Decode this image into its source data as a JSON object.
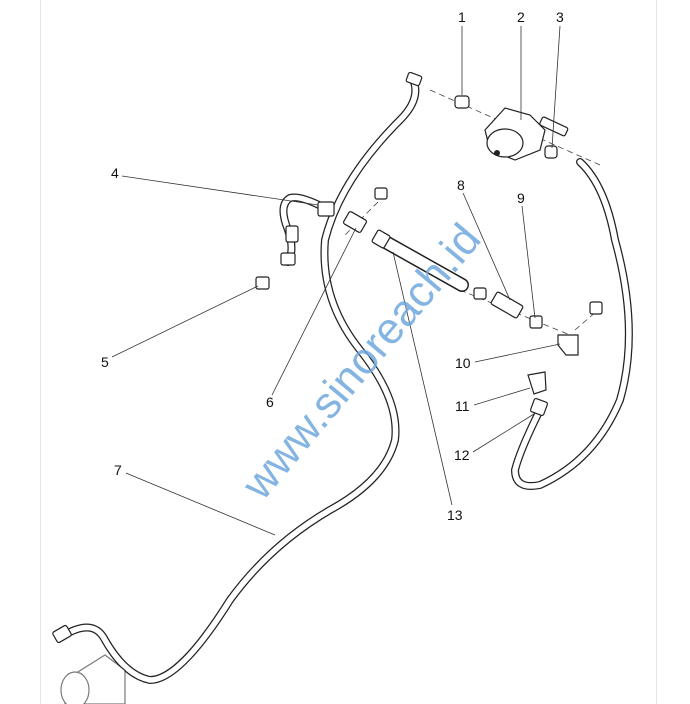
{
  "diagram": {
    "callouts": [
      "1",
      "2",
      "3",
      "4",
      "5",
      "6",
      "7",
      "8",
      "9",
      "10",
      "11",
      "12",
      "13"
    ]
  },
  "watermark": "www.sinoreach.id",
  "colors": {
    "watermark": "#6fa8dc",
    "line": "#222222"
  }
}
